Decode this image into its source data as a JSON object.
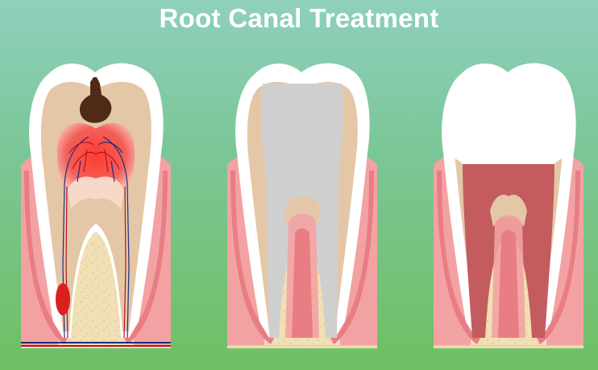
{
  "title": "Root Canal Treatment",
  "colors": {
    "background_top": "#8fd0bd",
    "background_bottom": "#6fbf63",
    "enamel": "#ffffff",
    "dentin": "#e4c7a6",
    "gum": "#f3a2a3",
    "bone": "#f1dfb5",
    "infected_pulp": "#e8403a",
    "decay": "#4e2a18",
    "filling_material": "#cfcfcf",
    "crown": "#ffffff",
    "root_filling": "#c35b5f"
  },
  "panels": [
    {
      "stage": "infected-tooth"
    },
    {
      "stage": "cleaned-and-filled-canal"
    },
    {
      "stage": "crown-placed"
    }
  ]
}
